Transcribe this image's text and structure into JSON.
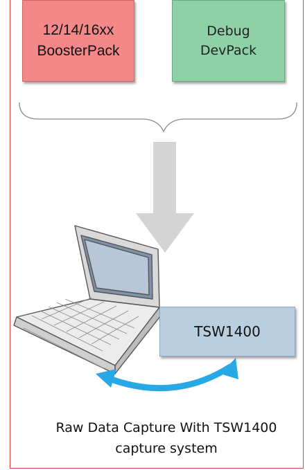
{
  "boxes": {
    "booster": "12/14/16xx BoosterPack",
    "debug": "Debug DevPack",
    "tsw": "TSW1400"
  },
  "caption": {
    "line1": "Raw Data Capture With TSW1400",
    "line2": "capture system"
  },
  "colors": {
    "booster_fill": "#f48888",
    "debug_fill": "#8fd1a7",
    "tsw_fill": "#b9cfe0",
    "arrow_gray": "#d4d4d4",
    "link_blue": "#29a8e6",
    "frame_red": "#d9423b"
  },
  "icons": {
    "laptop": "laptop-icon",
    "down_arrow": "down-arrow-icon",
    "double_arrow": "double-arrow-icon",
    "brace": "brace-icon"
  }
}
